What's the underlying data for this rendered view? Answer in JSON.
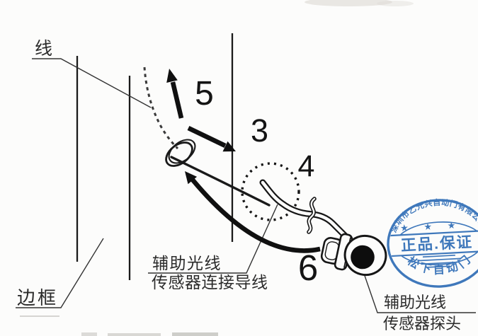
{
  "diagram": {
    "labels": {
      "wire": "线",
      "frame": "边框",
      "connector_wire_line1": "辅助光线",
      "connector_wire_line2": "传感器连接导线",
      "probe_line1": "辅助光线",
      "probe_line2": "传感器探头"
    },
    "steps": {
      "step3": "3",
      "step4": "4",
      "step5": "5",
      "step6": "6"
    },
    "colors": {
      "ink": "#1a1a1a",
      "stamp_blue": "#2b6ab5",
      "paper": "#fcfcfb"
    }
  },
  "stamp": {
    "top_arc": "深圳市乙元兴自动门有限公司",
    "stars": "★ ★ ★",
    "band": "正品.保证",
    "bottom_arc": "松下自动门"
  }
}
